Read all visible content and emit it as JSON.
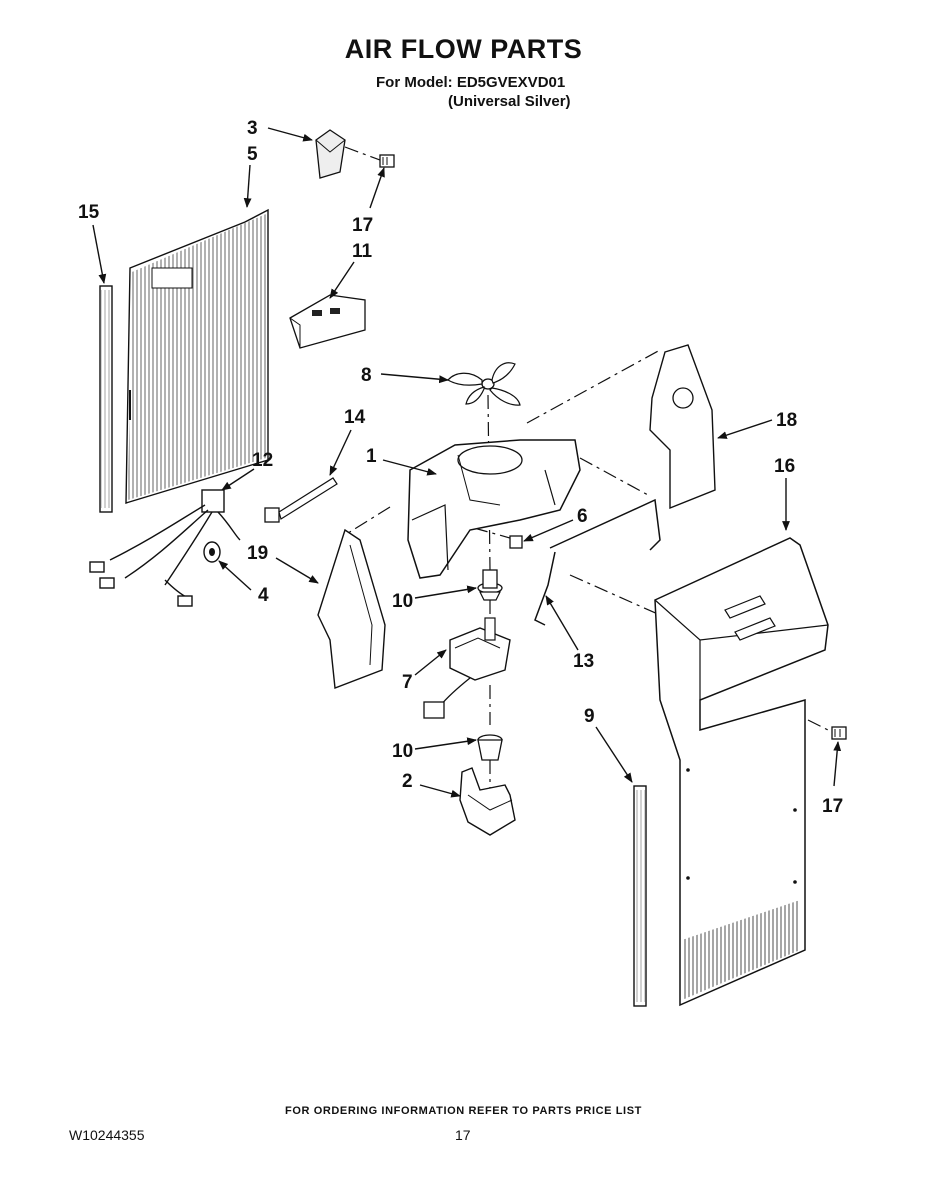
{
  "header": {
    "title": "AIR FLOW PARTS",
    "model_line": "For Model: ED5GVEXVD01",
    "finish_line": "(Universal Silver)"
  },
  "callouts": [
    "3",
    "5",
    "15",
    "17",
    "11",
    "8",
    "14",
    "18",
    "1",
    "12",
    "16",
    "6",
    "19",
    "4",
    "10",
    "13",
    "7",
    "9",
    "10",
    "2",
    "17"
  ],
  "footer": {
    "ordering_note": "FOR ORDERING INFORMATION REFER TO PARTS PRICE LIST",
    "document_number": "W10244355",
    "page_number": "17"
  }
}
